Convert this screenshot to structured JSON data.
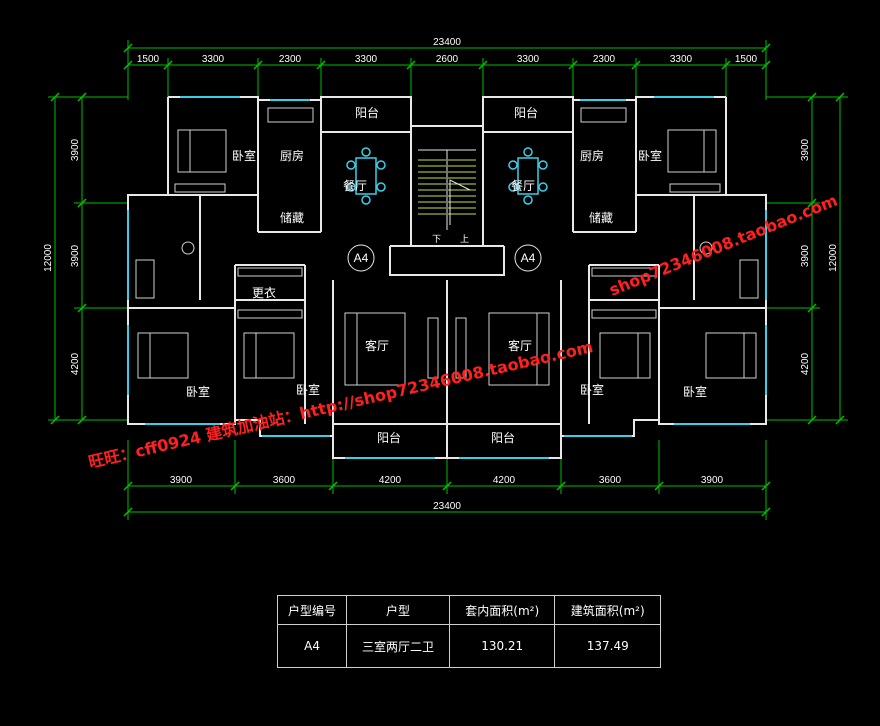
{
  "plan": {
    "overall_width": "23400",
    "overall_depth": "12000",
    "top_dims": [
      "1500",
      "3300",
      "2300",
      "3300",
      "2600",
      "3300",
      "2300",
      "3300",
      "1500"
    ],
    "bottom_dims": [
      "3900",
      "3600",
      "4200",
      "4200",
      "3600",
      "3900"
    ],
    "side_dims": [
      "3900",
      "3900",
      "4200"
    ],
    "unit_tag": "A4",
    "stair_labels": {
      "down": "下",
      "up": "上"
    },
    "rooms": {
      "bedroom": "卧室",
      "kitchen": "厨房",
      "dining": "餐厅",
      "balcony": "阳台",
      "storage": "储藏",
      "dressing": "更衣",
      "living": "客厅"
    }
  },
  "watermark": {
    "left": "旺旺：cff0924 建筑加油站：http://shop72346008.taobao.com",
    "right": "shop72346008.taobao.com"
  },
  "table": {
    "headers": [
      "户型编号",
      "户型",
      "套内面积(m²)",
      "建筑面积(m²)"
    ],
    "rows": [
      [
        "A4",
        "三室两厅二卫",
        "130.21",
        "137.49"
      ]
    ]
  }
}
